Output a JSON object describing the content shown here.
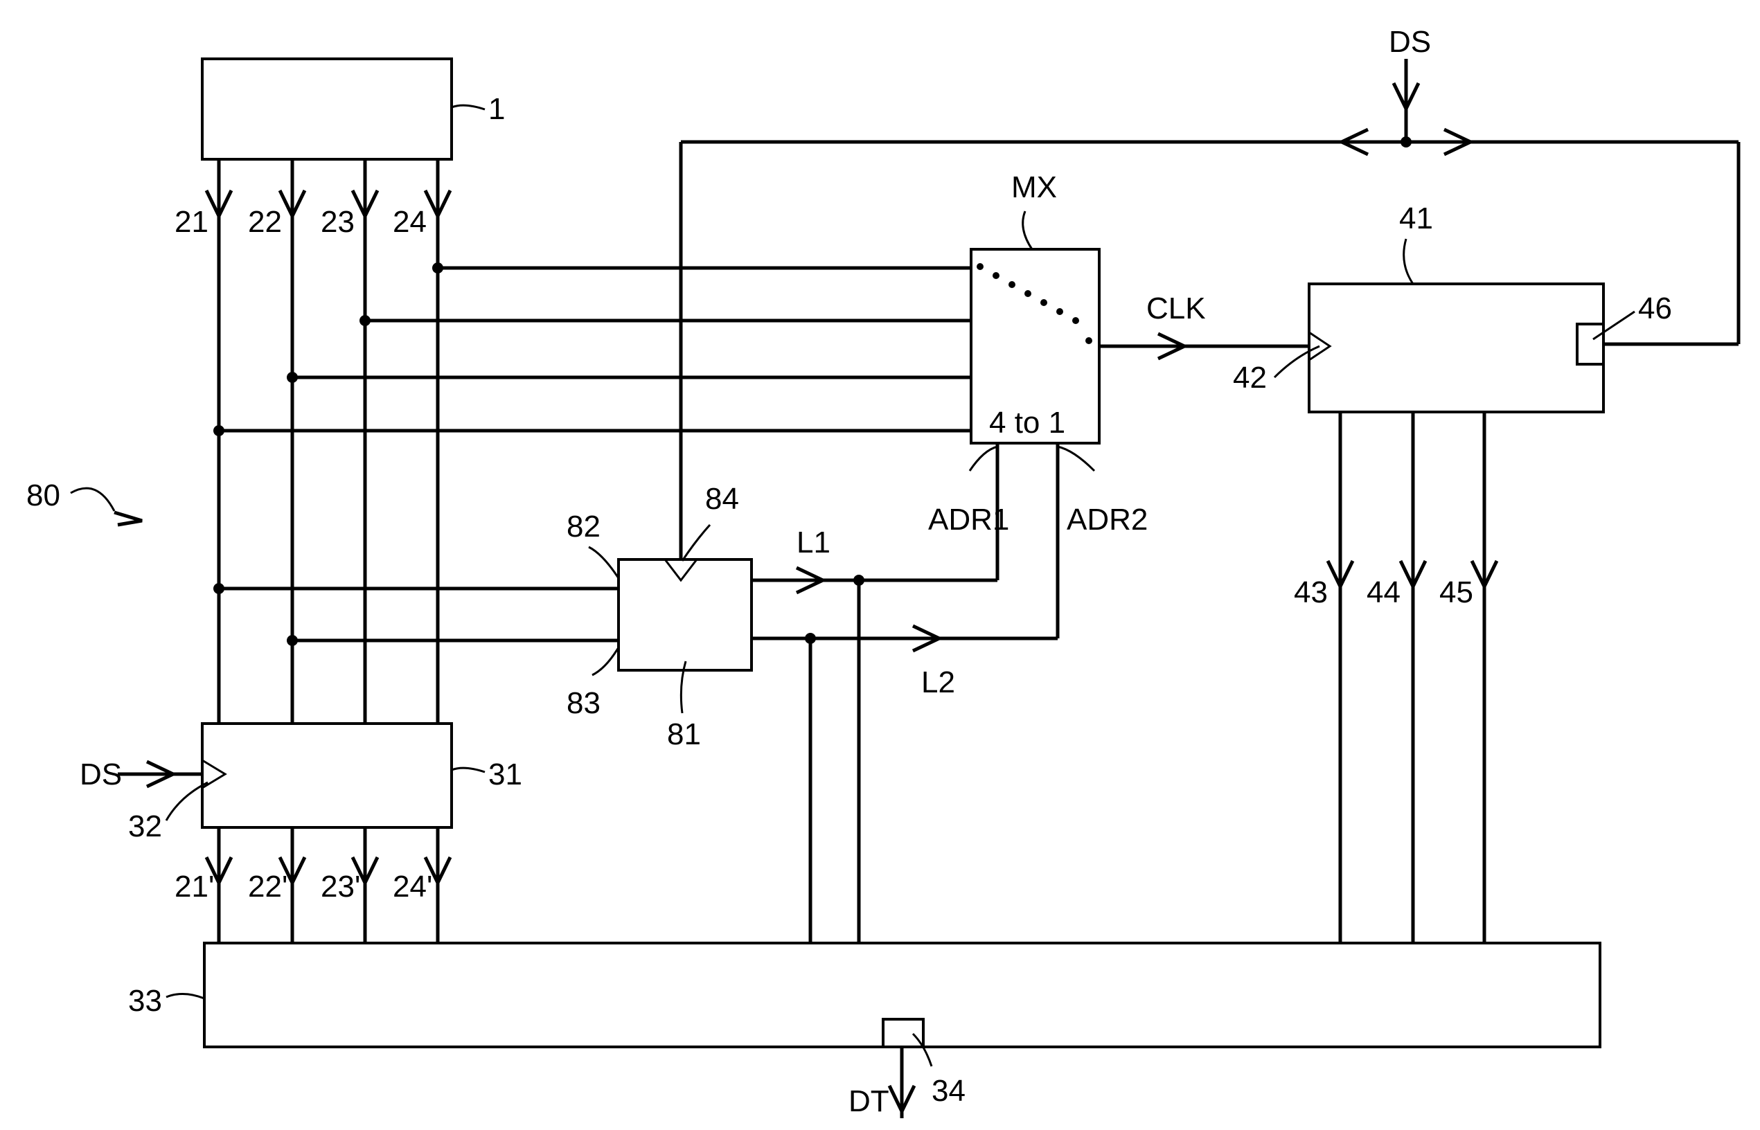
{
  "labels": {
    "ref_80": "80",
    "ref_1": "1",
    "sig_21": "21",
    "sig_22": "22",
    "sig_23": "23",
    "sig_24": "24",
    "ds_left": "DS",
    "ref_32": "32",
    "ref_31": "31",
    "sig_21p": "21'",
    "sig_22p": "22'",
    "sig_23p": "23'",
    "sig_24p": "24'",
    "ref_33": "33",
    "dt": "DT",
    "ref_34": "34",
    "ref_82": "82",
    "ref_83": "83",
    "ref_84": "84",
    "ref_81": "81",
    "l1": "L1",
    "l2": "L2",
    "mx": "MX",
    "mux_ratio": "4 to 1",
    "adr1": "ADR1",
    "adr2": "ADR2",
    "clk": "CLK",
    "ds_top": "DS",
    "ref_41": "41",
    "ref_42": "42",
    "ref_46": "46",
    "sig_43": "43",
    "sig_44": "44",
    "sig_45": "45"
  }
}
